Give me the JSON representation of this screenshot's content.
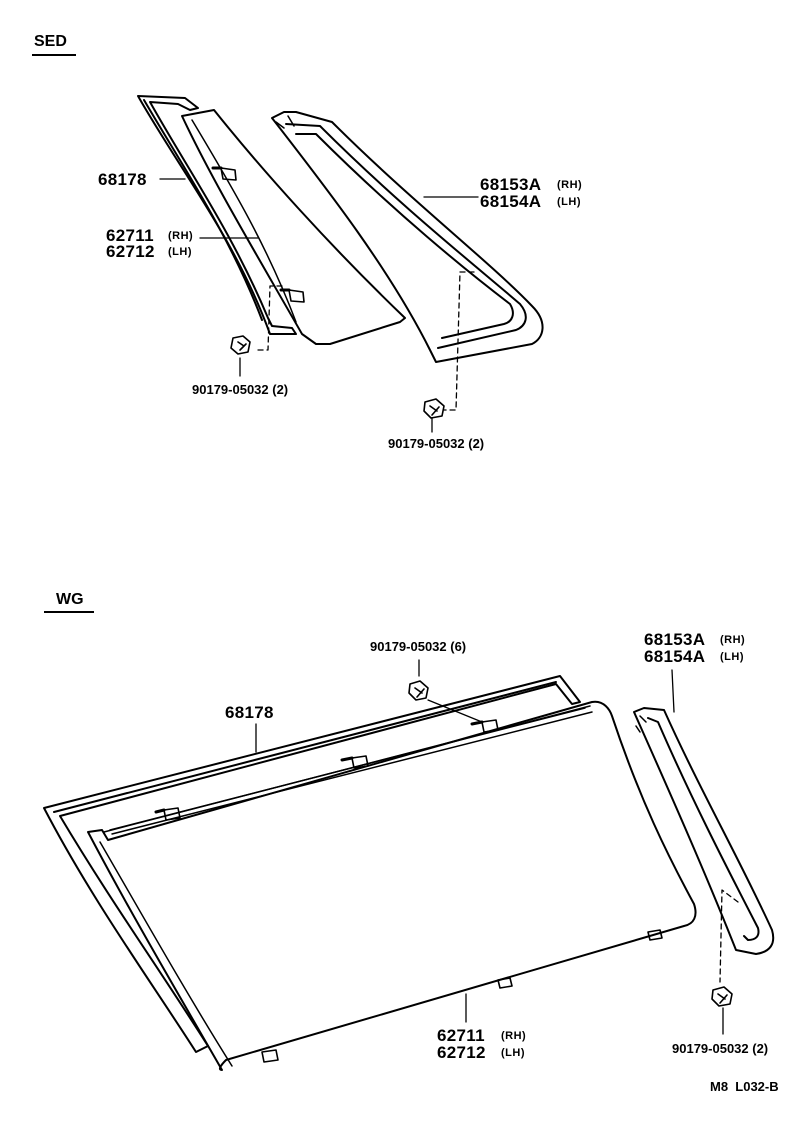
{
  "sections": {
    "sedan": {
      "title": "SED",
      "molding_part": "68178",
      "glass_part_rh": "62711",
      "glass_part_lh": "62712",
      "weatherstrip_rh": "68153A",
      "weatherstrip_lh": "68154A",
      "clip_left": "90179-05032 (2)",
      "clip_right": "90179-05032 (2)"
    },
    "wagon": {
      "title": "WG",
      "clip_top": "90179-05032 (6)",
      "molding_part": "68178",
      "weatherstrip_rh": "68153A",
      "weatherstrip_lh": "68154A",
      "glass_part_rh": "62711",
      "glass_part_lh": "62712",
      "clip_bottom": "90179-05032 (2)"
    }
  },
  "side_tags": {
    "rh": "(RH)",
    "lh": "(LH)"
  },
  "footer_code": "M8  L032-B"
}
